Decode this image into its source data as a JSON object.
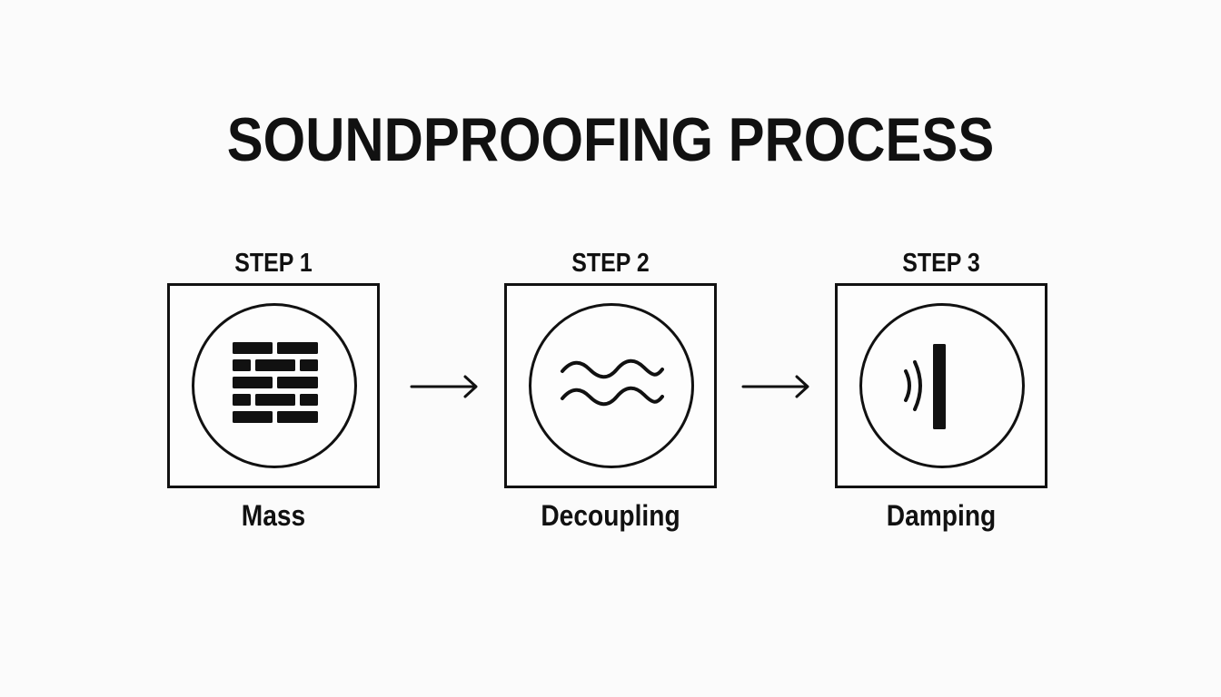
{
  "title": "SOUNDPROOFING PROCESS",
  "steps": [
    {
      "label": "STEP 1",
      "name": "Mass",
      "icon": "brick-wall-icon"
    },
    {
      "label": "STEP 2",
      "name": "Decoupling",
      "icon": "waves-icon"
    },
    {
      "label": "STEP 3",
      "name": "Damping",
      "icon": "sound-barrier-icon"
    }
  ],
  "colors": {
    "ink": "#111111",
    "background": "#fbfbfb"
  }
}
